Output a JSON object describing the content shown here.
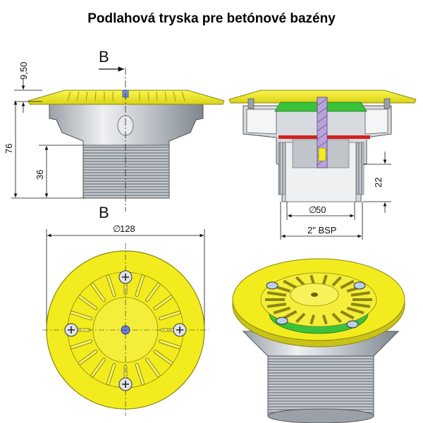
{
  "title": "Podlahová tryska pre betónové bazény",
  "dimensions": {
    "height_top": "9,50",
    "height_total": "76",
    "height_thread": "36",
    "diameter_flange": "128",
    "height_right": "22",
    "diameter_inner": "50",
    "thread_size": "2\" BSP",
    "diameter_symbol": "∅"
  },
  "section_marks": {
    "top": "B",
    "bottom": "B"
  },
  "colors": {
    "yellow": "#f2ec1f",
    "yellow_edge": "#9a9410",
    "gray_body": "#cfd3d8",
    "gray_dark": "#8c9299",
    "green": "#3bc23b",
    "red": "#d42020",
    "purple": "#b7a3d9"
  }
}
